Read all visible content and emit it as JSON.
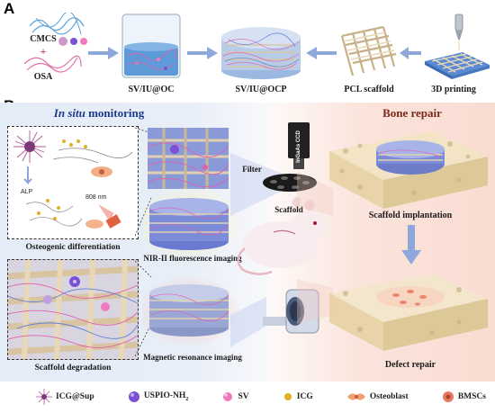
{
  "panel_a": {
    "letter": "A",
    "cmcs": "CMCS",
    "plus": "+",
    "osa": "OSA",
    "step1": "SV/IU@OC",
    "step2": "SV/IU@OCP",
    "step3": "PCL scaffold",
    "step4": "3D printing"
  },
  "panel_b": {
    "letter": "B",
    "monitoring_title_italic": "In situ",
    "monitoring_title_rest": " monitoring",
    "repair_title": "Bone repair",
    "osteogenic": "Osteogenic differentiation",
    "degradation": "Scaffold degradation",
    "alp": "ALP",
    "wavelength": "808 nm",
    "nir": "NIR-II fluorescence imaging",
    "mri": "Magnetic resonance imaging",
    "filter": "Filter",
    "ccd": "InGaAs CCD",
    "scaffold": "Scaffold",
    "implantation": "Scaffold implantation",
    "defect": "Defect repair"
  },
  "legend": [
    {
      "label": "ICG@Sup",
      "icon": "micelle-icon",
      "color": "#b05a9a"
    },
    {
      "label": "USPIO-NH",
      "sub": "2",
      "icon": "uspio-icon",
      "color": "#7b4fd6"
    },
    {
      "label": "SV",
      "icon": "sv-icon",
      "color": "#f07ac0"
    },
    {
      "label": "ICG",
      "icon": "icg-icon",
      "color": "#e0b020"
    },
    {
      "label": "Osteoblast",
      "icon": "osteoblast-icon",
      "color": "#f0a070"
    },
    {
      "label": "BMSCs",
      "icon": "bmsc-icon",
      "color": "#e87860"
    }
  ],
  "colors": {
    "monitor_bg": "#dfe9f8",
    "repair_bg": "#fbe4dc",
    "arrow": "#8fa8dc",
    "scaffold": "#e8d8b8",
    "fiber_pink": "#e060b0",
    "fiber_blue": "#6080d8"
  }
}
